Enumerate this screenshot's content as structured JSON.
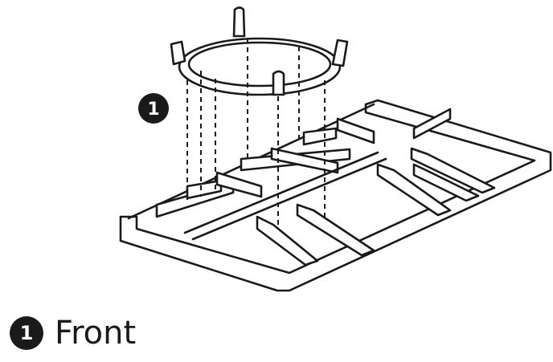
{
  "callout": {
    "number": "1"
  },
  "legend": {
    "number": "1",
    "label": "Front"
  },
  "colors": {
    "ink": "#1a1a1a",
    "background": "#ffffff"
  }
}
